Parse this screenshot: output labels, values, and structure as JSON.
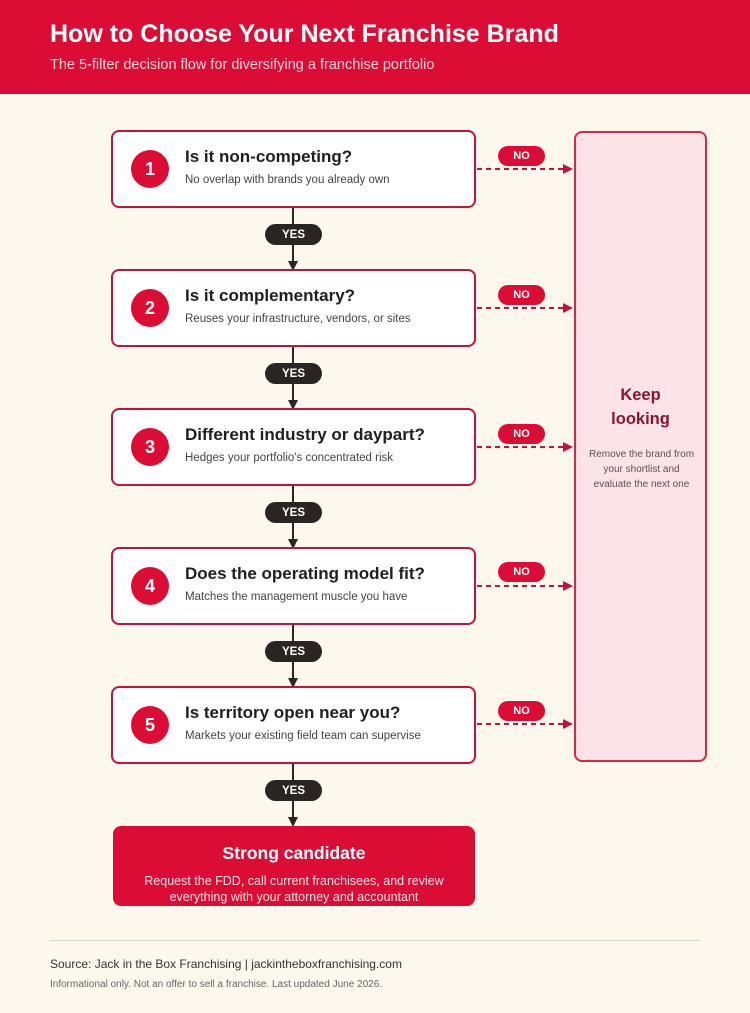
{
  "header": {
    "title": "How to Choose Your Next Franchise Brand",
    "subtitle": "The 5-filter decision flow for diversifying a franchise portfolio"
  },
  "steps": [
    {
      "number": "1",
      "title": "Is it non-competing?",
      "subtitle": "No overlap with brands you already own"
    },
    {
      "number": "2",
      "title": "Is it complementary?",
      "subtitle": "Reuses your infrastructure, vendors, or sites"
    },
    {
      "number": "3",
      "title": "Different industry or daypart?",
      "subtitle": "Hedges your portfolio's concentrated risk"
    },
    {
      "number": "4",
      "title": "Does the operating model fit?",
      "subtitle": "Matches the management muscle you have"
    },
    {
      "number": "5",
      "title": "Is territory open near you?",
      "subtitle": "Markets your existing field team can supervise"
    }
  ],
  "labels": {
    "yes": "YES",
    "no": "NO"
  },
  "reject": {
    "title_line1": "Keep",
    "title_line2": "looking",
    "body_line1": "Remove the brand from",
    "body_line2": "your shortlist and",
    "body_line3": "evaluate the next one"
  },
  "result": {
    "title": "Strong candidate",
    "body_line1": "Request the FDD, call current franchisees, and review",
    "body_line2": "everything with your attorney and accountant"
  },
  "footer": {
    "source": "Source: Jack in the Box Franchising | jackintheboxfranchising.com",
    "note": "Informational only.  Not an offer to sell a franchise. Last updated June 2026."
  },
  "colors": {
    "brand_red": "#dc0d35",
    "dark_pill": "#2a2522",
    "background": "#fdf8ee",
    "reject_fill": "#fbe3e7"
  }
}
